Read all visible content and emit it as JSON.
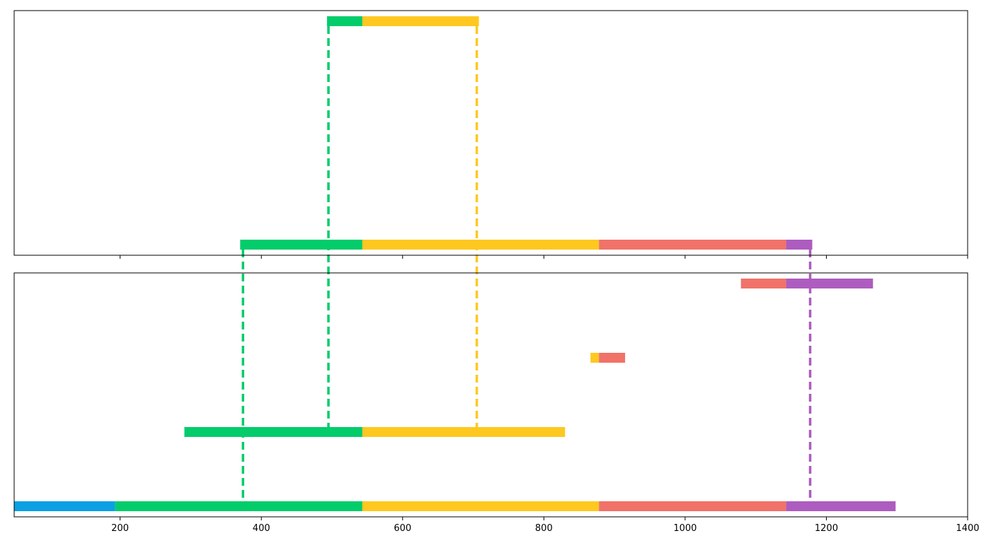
{
  "chart_data": {
    "type": "timeline",
    "x_range": [
      50,
      1400
    ],
    "x_ticks": [
      200,
      400,
      600,
      800,
      1000,
      1200,
      1400
    ],
    "x_tick_labels": [
      "200",
      "400",
      "600",
      "800",
      "1000",
      "1200",
      "1400"
    ],
    "colors": {
      "blue": "#0aa0e3",
      "green": "#03cc6b",
      "yellow": "#fec820",
      "red": "#f07269",
      "purple": "#ad5cbf"
    },
    "panels": [
      {
        "rows": [
          {
            "segments": [
              {
                "start": 493,
                "end": 543,
                "color": "green"
              },
              {
                "start": 543,
                "end": 708,
                "color": "yellow"
              }
            ]
          },
          {
            "segments": [
              {
                "start": 370,
                "end": 543,
                "color": "green"
              },
              {
                "start": 543,
                "end": 878,
                "color": "yellow"
              },
              {
                "start": 878,
                "end": 1143,
                "color": "red"
              },
              {
                "start": 1143,
                "end": 1180,
                "color": "purple"
              }
            ]
          }
        ]
      },
      {
        "rows": [
          {
            "segments": [
              {
                "start": 1079,
                "end": 1143,
                "color": "red"
              },
              {
                "start": 1143,
                "end": 1266,
                "color": "purple"
              }
            ]
          },
          {
            "segments": [
              {
                "start": 866,
                "end": 878,
                "color": "yellow"
              },
              {
                "start": 878,
                "end": 915,
                "color": "red"
              }
            ]
          },
          {
            "segments": [
              {
                "start": 291,
                "end": 543,
                "color": "green"
              },
              {
                "start": 543,
                "end": 830,
                "color": "yellow"
              }
            ]
          },
          {
            "segments": [
              {
                "start": 50,
                "end": 193,
                "color": "blue"
              },
              {
                "start": 193,
                "end": 543,
                "color": "green"
              },
              {
                "start": 543,
                "end": 878,
                "color": "yellow"
              },
              {
                "start": 878,
                "end": 1143,
                "color": "red"
              },
              {
                "start": 1143,
                "end": 1298,
                "color": "purple"
              }
            ]
          }
        ]
      }
    ],
    "markers": [
      {
        "x": 495,
        "color": "green",
        "from": "panel-1-row-1",
        "to": "panel-2-row-3"
      },
      {
        "x": 705,
        "color": "yellow",
        "from": "panel-1-row-1",
        "to": "panel-2-row-3"
      },
      {
        "x": 374,
        "color": "green",
        "from": "panel-1-row-2",
        "to": "panel-2-row-4"
      },
      {
        "x": 1177,
        "color": "purple",
        "from": "panel-1-row-2",
        "to": "panel-2-row-4"
      }
    ]
  }
}
